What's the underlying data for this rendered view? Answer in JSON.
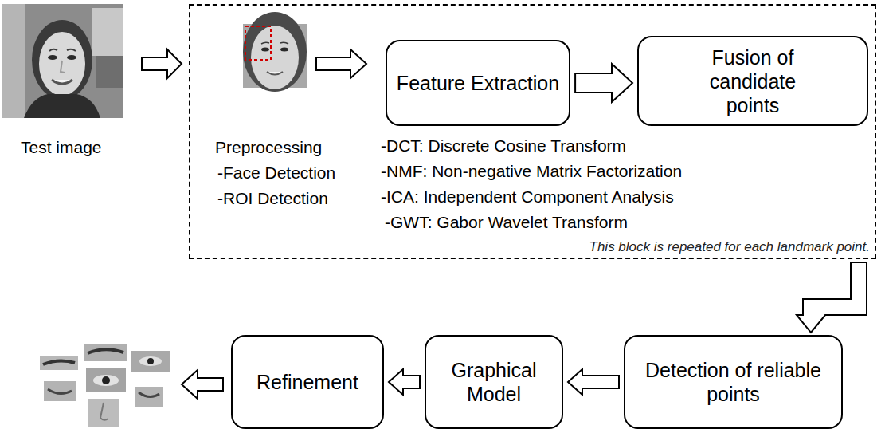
{
  "diagram": {
    "nodes": [
      {
        "text": [
          "This block is repeated for each landmark point."
        ]
      },
      {
        "text": [
          "Feature Extraction"
        ],
        "in": 0
      },
      {
        "text": [
          "Fusion of candidate points"
        ],
        "in": 0
      },
      {
        "text": [
          "Detection of reliable points"
        ]
      },
      {
        "text": [
          "Graphical Model"
        ]
      },
      {
        "text": [
          "Refinement"
        ]
      }
    ],
    "edges": [
      {
        "from": 1,
        "to": 2,
        "arrow": "to"
      },
      {
        "from": 0,
        "to": 3,
        "arrow": "to"
      },
      {
        "from": 3,
        "to": 4,
        "arrow": "to"
      },
      {
        "from": 4,
        "to": 5,
        "arrow": "to"
      }
    ],
    "labels": [
      "Test image",
      "Preprocessing",
      "-Face Detection",
      "-ROI Detection",
      "-DCT: Discrete Cosine Transform",
      "-NMF: Non-negative Matrix Factorization",
      "-ICA: Independent Component Analysis",
      "-GWT: Gabor Wavelet Transform"
    ]
  }
}
